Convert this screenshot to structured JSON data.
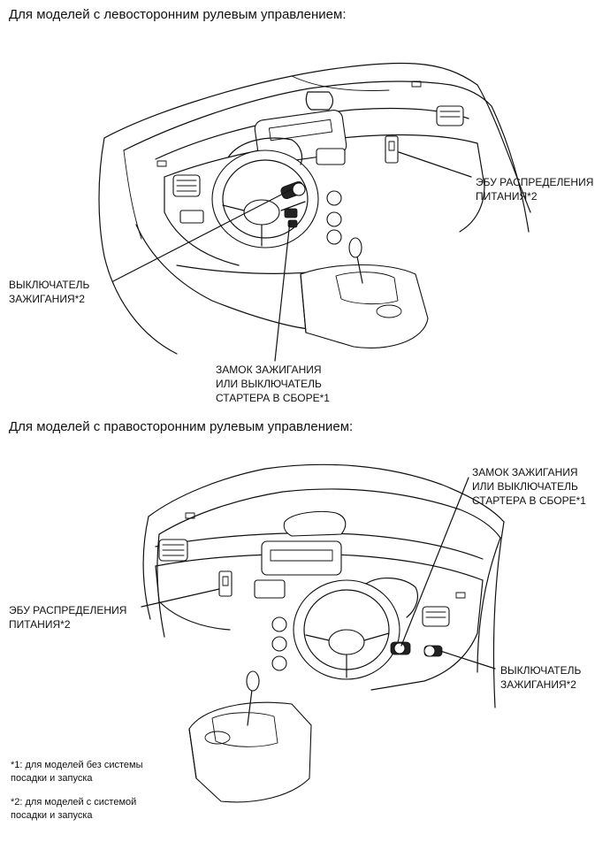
{
  "diagram1": {
    "heading": "Для моделей с левосторонним рулевым управлением:",
    "labels": {
      "ecu": "ЭБУ РАСПРЕДЕЛЕНИЯ\nПИТАНИЯ*2",
      "ignition_switch": "ВЫКЛЮЧАТЕЛЬ\nЗАЖИГАНИЯ*2",
      "lock": "ЗАМОК ЗАЖИГАНИЯ\nИЛИ ВЫКЛЮЧАТЕЛЬ\nСТАРТЕРА В СБОРЕ*1"
    }
  },
  "diagram2": {
    "heading": "Для моделей с правосторонним рулевым управлением:",
    "labels": {
      "lock": "ЗАМОК ЗАЖИГАНИЯ\nИЛИ ВЫКЛЮЧАТЕЛЬ\nСТАРТЕРА В СБОРЕ*1",
      "ecu": "ЭБУ РАСПРЕДЕЛЕНИЯ\nПИТАНИЯ*2",
      "ignition_switch": "ВЫКЛЮЧАТЕЛЬ\nЗАЖИГАНИЯ*2"
    }
  },
  "footnotes": {
    "note1": "*1: для моделей без системы\nпосадки и запуска",
    "note2": "*2: для моделей с системой\nпосадки и запуска"
  }
}
